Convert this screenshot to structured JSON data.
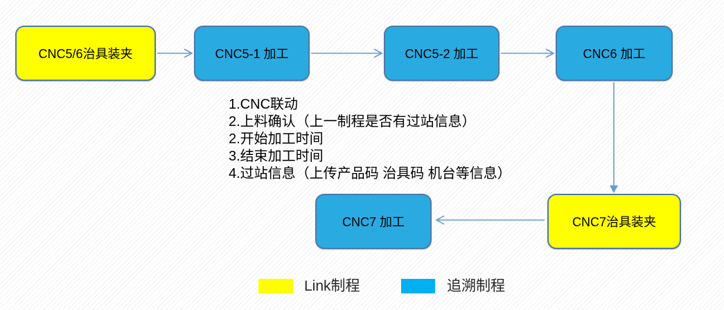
{
  "nodes": [
    {
      "label": "CNC5/6治具装夹",
      "type": "link"
    },
    {
      "label": "CNC5-1 加工",
      "type": "trace"
    },
    {
      "label": "CNC5-2 加工",
      "type": "trace"
    },
    {
      "label": "CNC6 加工",
      "type": "trace"
    },
    {
      "label": "CNC7 加工",
      "type": "trace"
    },
    {
      "label": "CNC7治具装夹",
      "type": "link"
    }
  ],
  "notes": {
    "lines": [
      "1.CNC联动",
      "2.上料确认（上一制程是否有过站信息）",
      "2.开始加工时间",
      "3.结束加工时间",
      "4.过站信息（上传产品码 治具码 机台等信息）"
    ]
  },
  "legend": {
    "items": [
      {
        "label": "Link制程",
        "color": "#ffff00"
      },
      {
        "label": "追溯制程",
        "color": "#00b0f0"
      }
    ]
  },
  "colors": {
    "link_fill": "#ffff00",
    "trace_fill": "#29abe2",
    "legend_trace_fill": "#00b0f0",
    "box_border": "#4d7aa9",
    "arrow": "#669bd5",
    "text": "#000000"
  }
}
